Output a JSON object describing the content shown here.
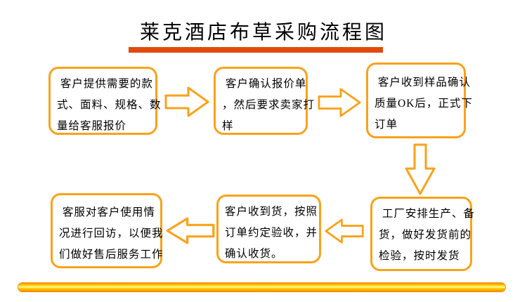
{
  "title": {
    "text": "莱克酒店布草采购流程图",
    "underline_color": "#e04a0c"
  },
  "colors": {
    "box_border": "#f9a21b",
    "arrow_stroke": "#f9a21b",
    "title_underline": "#e04a0c",
    "bar_orange": "#f59000",
    "bar_yellow": "#fff04d"
  },
  "steps": [
    {
      "id": "step-1",
      "full_text": "客户提供需要的款式、面料、规格、数量给客服报价",
      "lines": [
        " 客户提供需要的款",
        "式、面料、规格、数",
        "量给客服报价"
      ]
    },
    {
      "id": "step-2",
      "full_text": "客户确认报价单，然后要求卖家打样",
      "lines": [
        " 客户确认报价单",
        "，然后要求卖家打",
        "样"
      ]
    },
    {
      "id": "step-3",
      "full_text": "客户收到样品确认质量OK后，正式下订单",
      "lines": [
        " 客户收到样品确认",
        "质量OK后，正式下",
        "订单"
      ]
    },
    {
      "id": "step-4",
      "full_text": "工厂安排生产、备货，做好发货前的检验，按时发货",
      "lines": [
        " 工厂安排生产、备",
        "货，做好发货前的",
        "检验，按时发货"
      ]
    },
    {
      "id": "step-5",
      "full_text": "客户收到货，按照订单约定验收，并确认收货。",
      "lines": [
        "客户收到货，按照",
        "订单约定验收，并",
        "确认收货。"
      ]
    },
    {
      "id": "step-6",
      "full_text": "客服对客户使用情况进行回访，以便我们做好售后服务工作",
      "lines": [
        " 客服对客户使用情",
        "况进行回访，以便我",
        "们做好售后服务工作"
      ]
    }
  ],
  "arrows": [
    {
      "id": "arrow-1",
      "direction": "right",
      "from": "step-1",
      "to": "step-2"
    },
    {
      "id": "arrow-2",
      "direction": "right",
      "from": "step-2",
      "to": "step-3"
    },
    {
      "id": "arrow-3",
      "direction": "down",
      "from": "step-3",
      "to": "step-4"
    },
    {
      "id": "arrow-4",
      "direction": "left",
      "from": "step-4",
      "to": "step-5"
    },
    {
      "id": "arrow-5",
      "direction": "left",
      "from": "step-5",
      "to": "step-6"
    }
  ]
}
